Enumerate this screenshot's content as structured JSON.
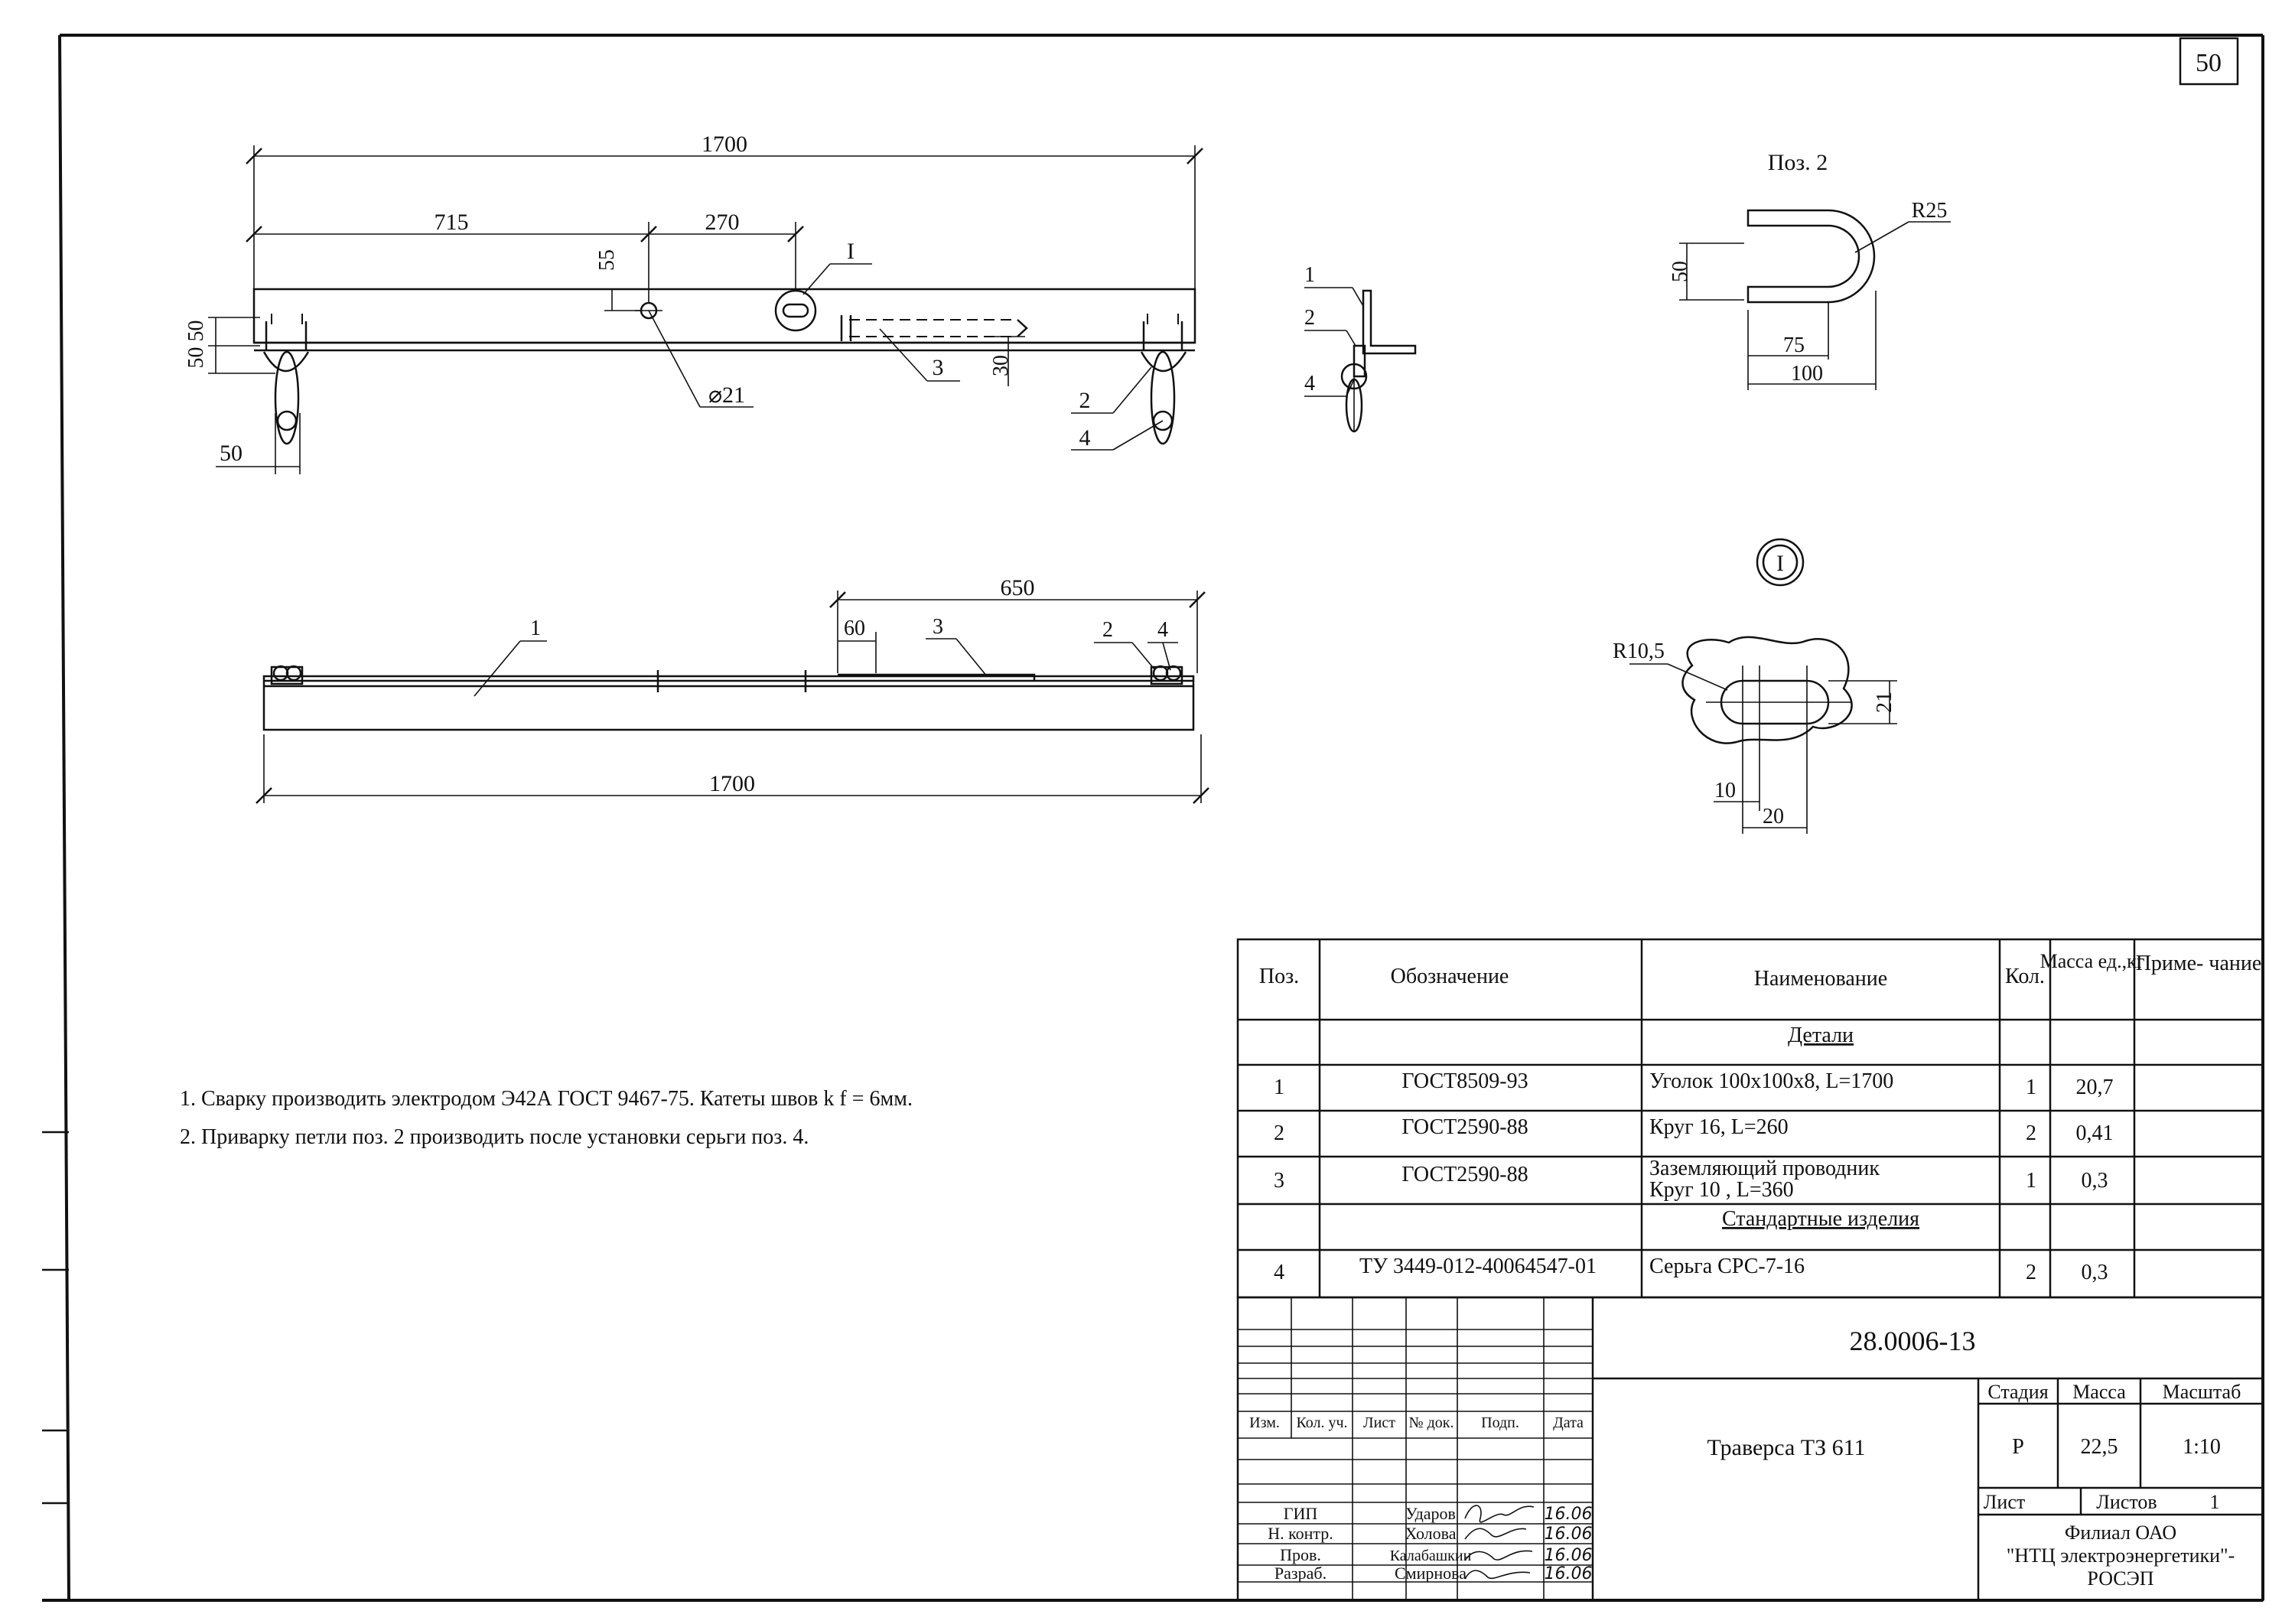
{
  "sheet_number": "50",
  "main_view": {
    "dim_total": "1700",
    "dim_left": "715",
    "dim_mid": "270",
    "dim_55": "55",
    "dim_50_50": "50 50",
    "dim_50_bottom": "50",
    "dim_30": "30",
    "hole_dia": "⌀21",
    "callout_I": "I",
    "leader_2": "2",
    "leader_3": "3",
    "leader_4": "4"
  },
  "side_view": {
    "pos1": "1",
    "pos2": "2",
    "pos4": "4"
  },
  "plan_view": {
    "dim_650": "650",
    "dim_60": "60",
    "dim_1700": "1700",
    "pos1": "1",
    "pos2": "2",
    "pos3": "3",
    "pos4": "4"
  },
  "pos2_detail": {
    "title": "Поз. 2",
    "radius": "R25",
    "dim_50": "50",
    "dim_75": "75",
    "dim_100": "100"
  },
  "detail_I": {
    "label": "I",
    "radius": "R10,5",
    "dim_21": "21",
    "dim_10": "10",
    "dim_20": "20"
  },
  "notes": [
    "1. Сварку производить электродом Э42А ГОСТ 9467-75.  Катеты швов k f = 6мм.",
    "2. Приварку петли поз. 2 производить после установки серьги поз. 4."
  ],
  "spec_table": {
    "headers": [
      "Поз.",
      "Обозначение",
      "Наименование",
      "Кол.",
      "Масса ед.,кг",
      "Приме- чание"
    ],
    "section_details": "Детали",
    "section_standard": "Стандартные изделия",
    "rows": [
      {
        "pos": "1",
        "designation": "ГОСТ8509-93",
        "name": "Уголок 100х100х8, L=1700",
        "qty": "1",
        "mass": "20,7",
        "note": ""
      },
      {
        "pos": "2",
        "designation": "ГОСТ2590-88",
        "name": "Круг 16, L=260",
        "qty": "2",
        "mass": "0,41",
        "note": ""
      },
      {
        "pos": "3",
        "designation": "ГОСТ2590-88",
        "name": "Заземляющий проводник",
        "name2": "Круг 10 , L=360",
        "qty": "1",
        "mass": "0,3",
        "note": ""
      },
      {
        "pos": "4",
        "designation": "ТУ 3449-012-40064547-01",
        "name": "Серьга СРС-7-16",
        "qty": "2",
        "mass": "0,3",
        "note": ""
      }
    ]
  },
  "title_block": {
    "doc_number": "28.0006-13",
    "title": "Траверса ТЗ 611",
    "headers": [
      "Изм.",
      "Кол. уч.",
      "Лист",
      "№ док.",
      "Подп.",
      "Дата"
    ],
    "stage_label": "Стадия",
    "mass_label": "Масса",
    "scale_label": "Масштаб",
    "stage": "Р",
    "mass": "22,5",
    "scale": "1:10",
    "sheet_label": "Лист",
    "sheets_label": "Листов",
    "sheets": "1",
    "organization_1": "Филиал ОАО",
    "organization_2": "\"НТЦ электроэнергетики\"-",
    "organization_3": "РОСЭП",
    "people": [
      {
        "role": "ГИП",
        "name": "Ударов",
        "date": "16.06"
      },
      {
        "role": "Н. контр.",
        "name": "Холова",
        "date": "16.06"
      },
      {
        "role": "Пров.",
        "name": "Калабашкин",
        "date": "16.06"
      },
      {
        "role": "Разраб.",
        "name": "Смирнова",
        "date": "16.06"
      }
    ]
  }
}
